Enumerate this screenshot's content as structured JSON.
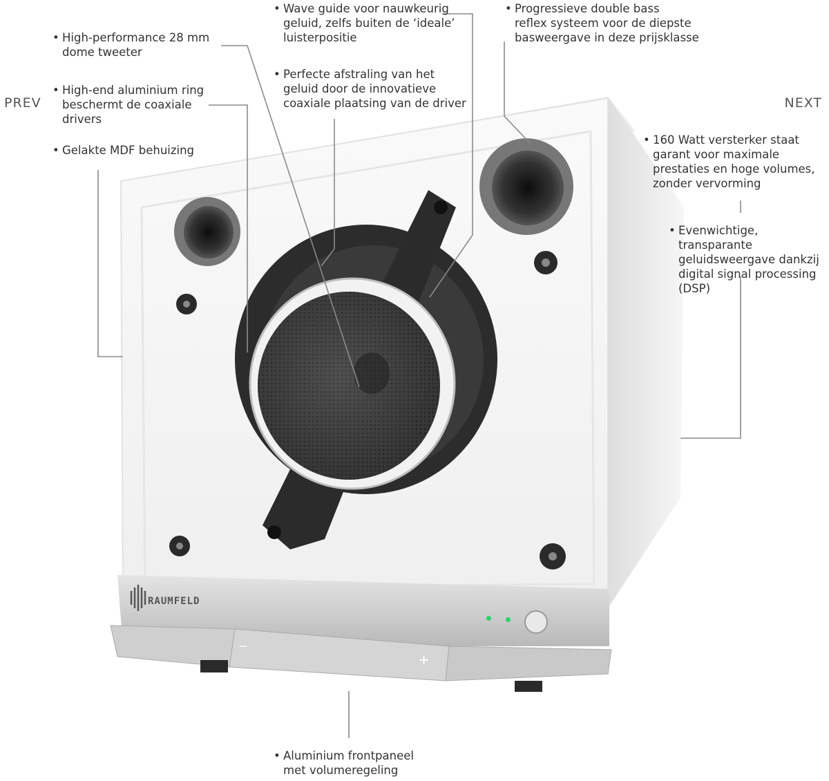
{
  "nav": {
    "prev": "PREV",
    "next": "NEXT"
  },
  "bullet": "•",
  "annotations": {
    "tweeter": "High-performance 28 mm\ndome tweeter",
    "ring": "High-end aluminium ring\nbeschermt de coaxiale\ndrivers",
    "mdf": "Gelakte MDF behuizing",
    "waveguide": "Wave guide voor nauwkeurig\ngeluid, zelfs buiten de ‘ideale’\nluisterpositie",
    "radiation": "Perfecte afstraling van het\ngeluid door de innovatieve\ncoaxiale plaatsing van de driver",
    "bass": "Progressieve double bass\nreflex systeem voor de diepste\nbasweergave in deze prijsklasse",
    "amp": "160 Watt versterker staat\ngarant voor maximale\nprestaties en hoge volumes,\nzonder vervorming",
    "dsp": "Evenwichtige, transparante\ngeluidsweergave dankzij\ndigital signal processing\n(DSP)",
    "front": "Aluminium frontpaneel\nmet volumeregeling"
  },
  "speaker": {
    "brand": "RAUMFELD",
    "minus": "−",
    "plus": "+"
  },
  "colors": {
    "led": "#2bd46a",
    "line": "#8a8a8a",
    "body": "#f4f4f4"
  }
}
